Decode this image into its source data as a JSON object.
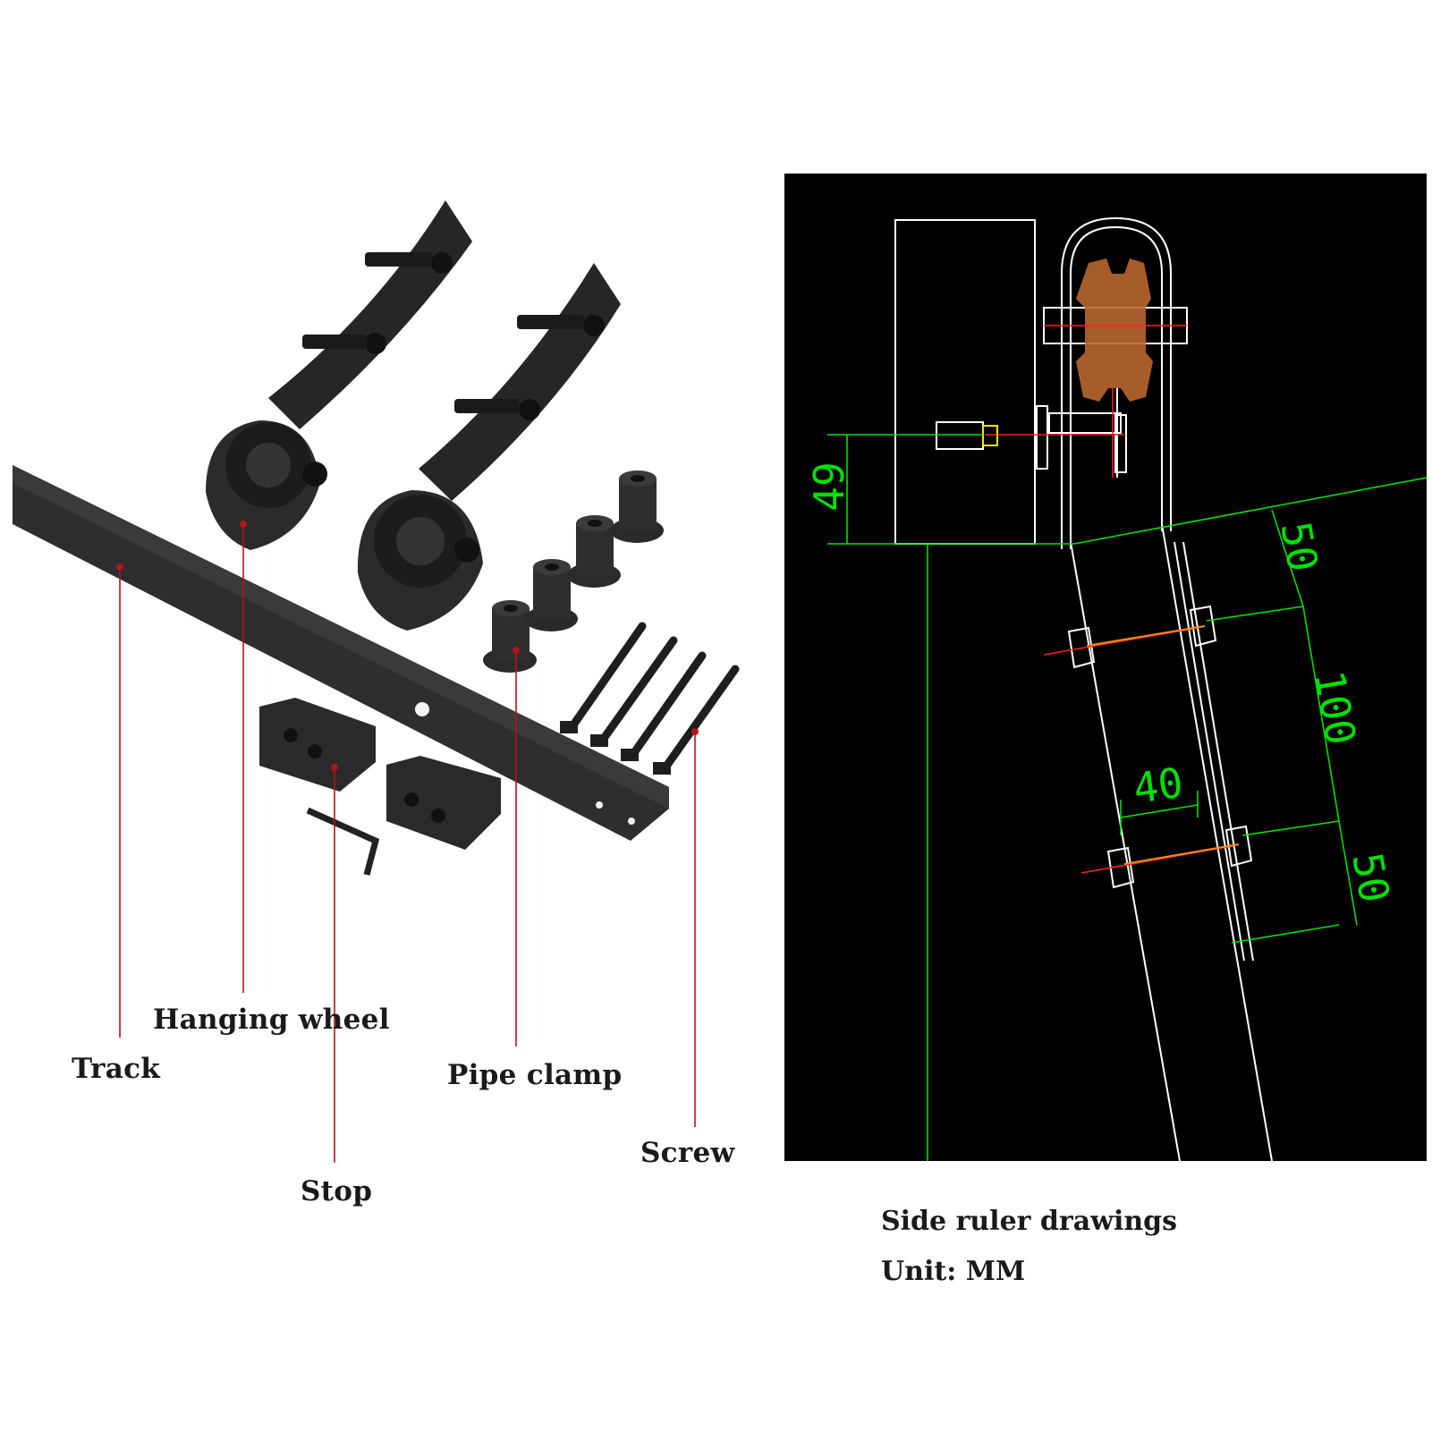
{
  "labels": {
    "hanging_wheel": "Hanging wheel",
    "track": "Track",
    "pipe_clamp": "Pipe clamp",
    "screw": "Screw",
    "stop": "Stop"
  },
  "drawing": {
    "dimensions": [
      "49",
      "50",
      "100",
      "40",
      "50"
    ]
  },
  "caption": {
    "title": "Side ruler drawings",
    "unit": "Unit: MM"
  },
  "colors": {
    "dimension_line": "#00e000",
    "pointer_line": "#b3121e",
    "hardware": "#222222",
    "cad_background": "#000000"
  }
}
